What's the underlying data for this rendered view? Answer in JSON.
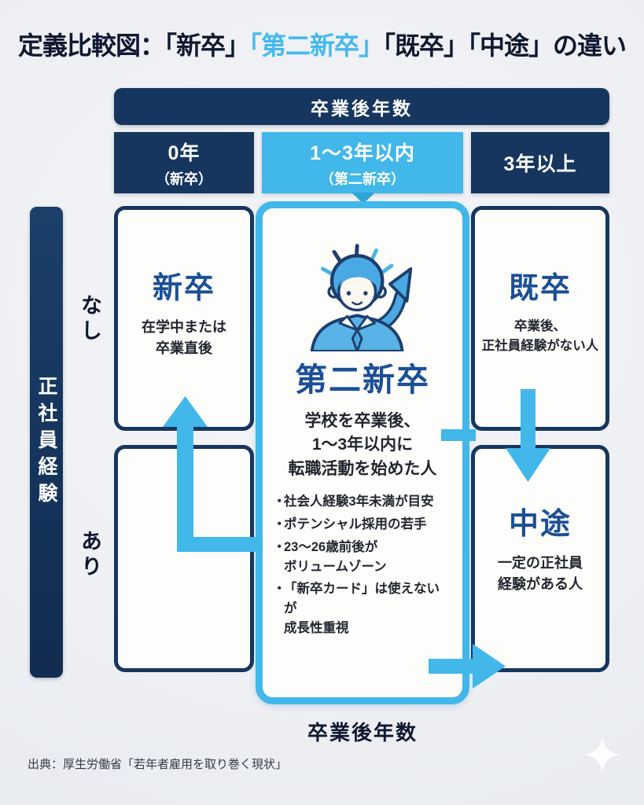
{
  "colors": {
    "navy": "#16365f",
    "light_blue": "#41b7ea",
    "heading_blue": "#1b4f96",
    "background": "#edeff3",
    "card_background": "#fdfdfb"
  },
  "title": {
    "prefix": "定義比較図：「新卒」",
    "highlight": "「第二新卒」",
    "suffix": "「既卒」「中途」の違い"
  },
  "top_axis": {
    "label": "卒業後年数"
  },
  "columns": [
    {
      "label": "0年",
      "sublabel": "（新卒）"
    },
    {
      "label": "1〜3年以内",
      "sublabel": "（第二新卒）"
    },
    {
      "label": "3年以上",
      "sublabel": ""
    }
  ],
  "left_axis": {
    "label": "正社員経験",
    "top": "なし",
    "bottom": "あり"
  },
  "cells": {
    "shinsotsu": {
      "title": "新卒",
      "desc": "在学中または\n卒業直後"
    },
    "kisotsu": {
      "title": "既卒",
      "desc": "卒業後、\n正社員経験がない人"
    },
    "chuto": {
      "title": "中途",
      "desc": "一定の正社員\n経験がある人"
    },
    "dainishinsotsu": {
      "title": "第二新卒",
      "desc": "学校を卒業後、\n1〜3年以内に\n転職活動を始めた人",
      "marker": "・",
      "bullets": [
        "社会人経験3年未満が目安",
        "ポテンシャル採用の若手",
        "23〜26歳前後が\nボリュームゾーン",
        "「新卒カード」は使えないが\n成長性重視"
      ]
    }
  },
  "bottom_axis": {
    "label": "卒業後年数"
  },
  "source": "出典：厚生労働省「若年者雇用を取り巻く現状」"
}
